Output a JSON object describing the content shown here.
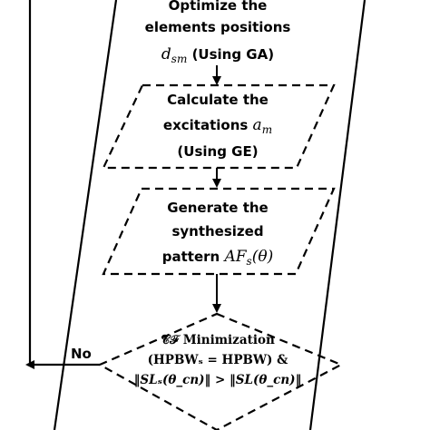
{
  "flowchart": {
    "optimize_box": {
      "line1": "Optimize the",
      "line2": "elements positions",
      "line3_math": "d",
      "line3_sub": "sm",
      "line3_text": " (Using GA)"
    },
    "excitations_box": {
      "line1": "Calculate the",
      "line2_text": "excitations ",
      "line2_math": "a",
      "line2_sub": "m",
      "line3": "(Using GE)"
    },
    "pattern_box": {
      "line1": "Generate the",
      "line2": "synthesized",
      "line3_text": "pattern ",
      "line3_math": "AF",
      "line3_sub": "s",
      "line3_arg": "(θ)"
    },
    "decision": {
      "line1": "𝒞ℱ Minimization",
      "line2": "(HPBWₛ = HPBW) &",
      "line3": "‖SLₛ(θ_cn)‖ > ‖SL(θ_cn)‖"
    },
    "no_label": "No"
  }
}
